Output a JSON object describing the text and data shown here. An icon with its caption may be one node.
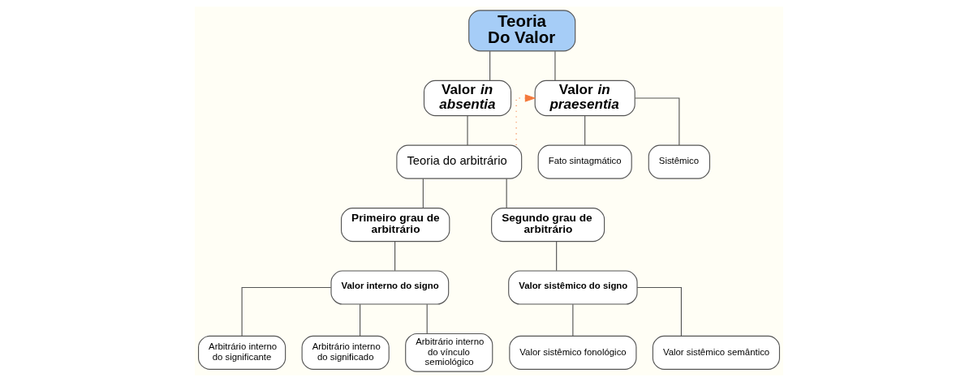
{
  "diagram": {
    "nodes": [
      {
        "text": [
          "Teoria Do Valor"
        ]
      },
      {
        "text": [
          "Valor *in absentia*"
        ]
      },
      {
        "text": [
          "Valor *in praesentia*"
        ]
      },
      {
        "text": [
          "Teoria do arbitrário"
        ]
      },
      {
        "text": [
          "Fato sintagmático"
        ]
      },
      {
        "text": [
          "Sistêmico"
        ]
      },
      {
        "text": [
          "Primeiro grau de arbitrário"
        ]
      },
      {
        "text": [
          "Segundo grau de arbitrário"
        ]
      },
      {
        "text": [
          "Valor interno do signo"
        ]
      },
      {
        "text": [
          "Valor sistêmico do signo"
        ]
      },
      {
        "text": [
          "Arbitrário interno do significante"
        ]
      },
      {
        "text": [
          "Arbitrário interno do significado"
        ]
      },
      {
        "text": [
          "Arbitrário interno do vínculo semiológico"
        ]
      },
      {
        "text": [
          "Valor sistêmico fonológico"
        ]
      },
      {
        "text": [
          "Valor sistêmico semântico"
        ]
      }
    ],
    "edges": [
      {
        "from": 0,
        "to": 1,
        "arrow": "none"
      },
      {
        "from": 0,
        "to": 2,
        "arrow": "none"
      },
      {
        "from": 1,
        "to": 3,
        "arrow": "none"
      },
      {
        "from": 3,
        "to": 2,
        "arrow": "to",
        "style": "dashed",
        "color": "#f4793b"
      },
      {
        "from": 2,
        "to": 4,
        "arrow": "none"
      },
      {
        "from": 2,
        "to": 5,
        "arrow": "none"
      },
      {
        "from": 3,
        "to": 6,
        "arrow": "none"
      },
      {
        "from": 3,
        "to": 7,
        "arrow": "none"
      },
      {
        "from": 6,
        "to": 8,
        "arrow": "none"
      },
      {
        "from": 7,
        "to": 9,
        "arrow": "none"
      },
      {
        "from": 8,
        "to": 10,
        "arrow": "none"
      },
      {
        "from": 8,
        "to": 11,
        "arrow": "none"
      },
      {
        "from": 8,
        "to": 12,
        "arrow": "none"
      },
      {
        "from": 9,
        "to": 13,
        "arrow": "none"
      },
      {
        "from": 9,
        "to": 14,
        "arrow": "none"
      }
    ]
  }
}
